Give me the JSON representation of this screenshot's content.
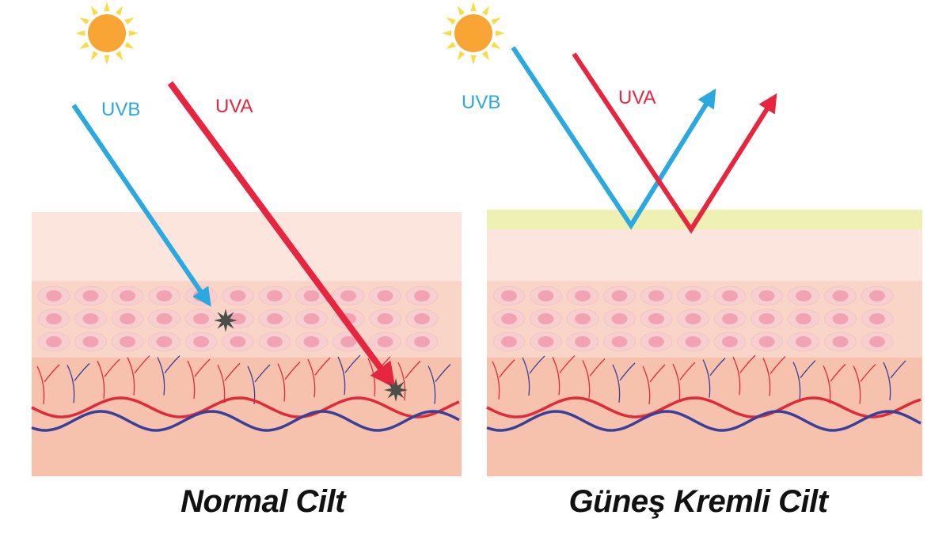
{
  "colors": {
    "uvb": "#2aa8e0",
    "uva": "#e8253f",
    "sun": "#f9a535",
    "sun_rays": "#f7dc4a",
    "sunscreen": "#eef0b4",
    "epidermis_top": "#fbe5dc",
    "cell_layer": "#f9d5c8",
    "dermis": "#f6c2ad",
    "artery": "#e02a3a",
    "vein": "#3a3f9a",
    "damage": "#4a4f4c"
  },
  "panels": [
    {
      "title": "Normal Cilt",
      "uvb_label": "UVB",
      "uva_label": "UVA",
      "sunscreen": false
    },
    {
      "title": "Güneş Kremli Cilt",
      "uvb_label": "UVB",
      "uva_label": "UVA",
      "sunscreen": true
    }
  ]
}
